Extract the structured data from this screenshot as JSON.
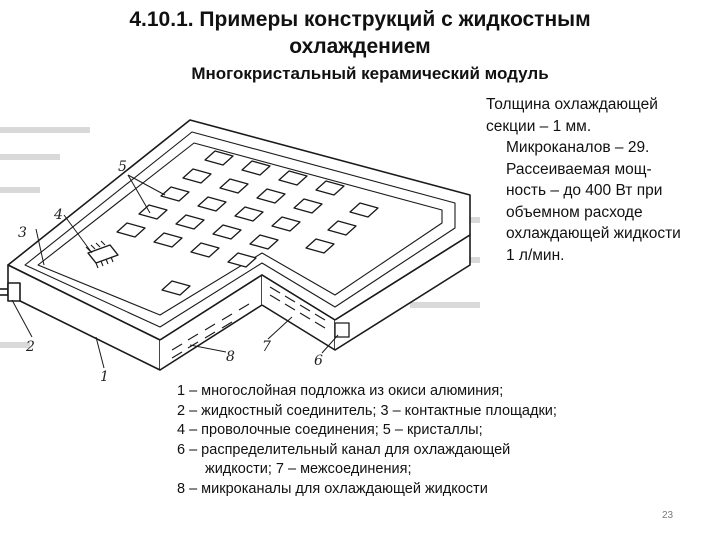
{
  "slide": {
    "title_line1": "4.10.1. Примеры конструкций с  жидкостным",
    "title_line2": "охлаждением",
    "subtitle": "Многокристальный керамический модуль",
    "page_number": "23"
  },
  "description": [
    "Толщина охлаждающей",
    "секции – 1 мм.",
    "Микроканалов – 29.",
    "Рассеиваемая мощ-",
    "ность – до 400 Вт при",
    "объемном расходе",
    "охлаждающей жидкости",
    "1 л/мин."
  ],
  "legend": [
    "1 – многослойная подложка из окиси алюминия;",
    "2 – жидкостный соединитель; 3 – контактные площадки;",
    "4 – проволочные соединения; 5 – кристаллы;",
    "6 – распределительный канал для охлаждающей",
    "жидкости; 7 – межсоединения;",
    "8 – микроканалы для охлаждающей жидкости"
  ],
  "figure": {
    "callouts": [
      "5",
      "4",
      "3",
      "2",
      "8",
      "7",
      "6",
      "1"
    ]
  }
}
